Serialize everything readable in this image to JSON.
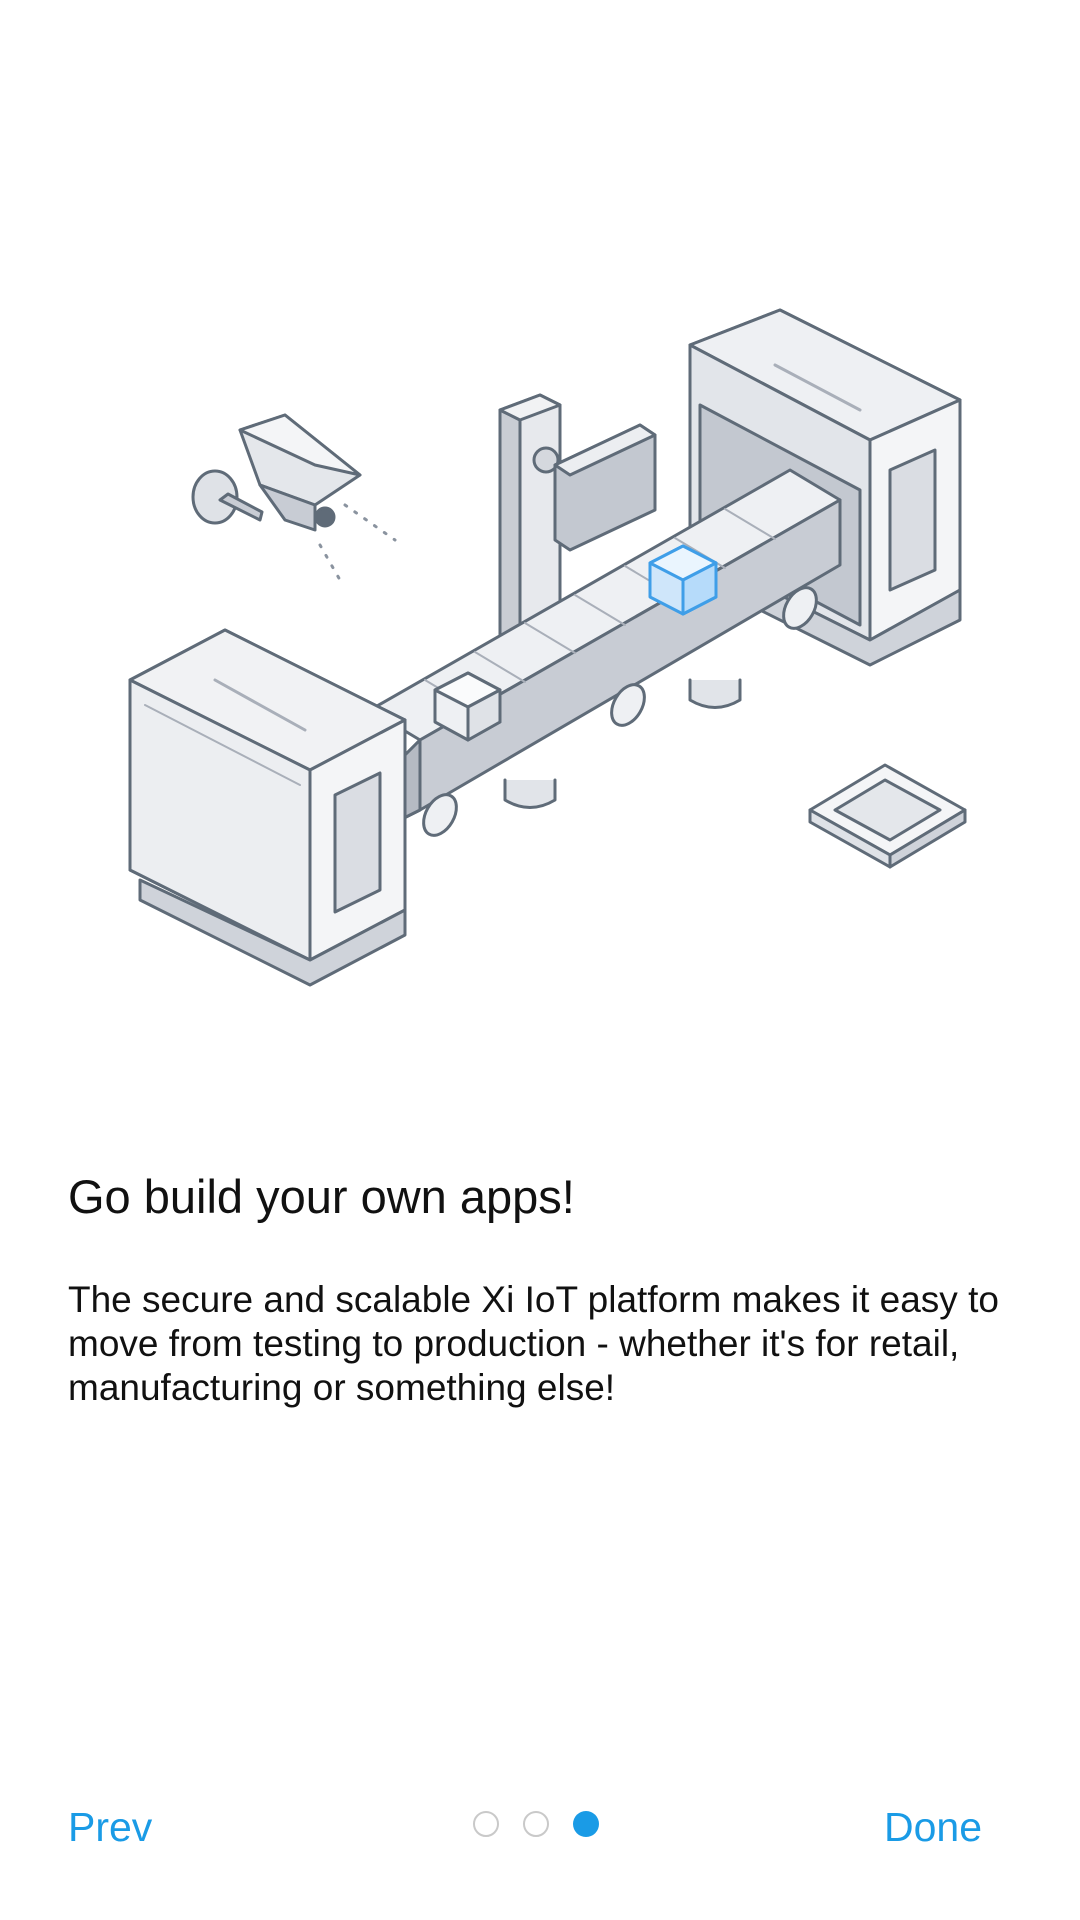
{
  "onboarding": {
    "headline": "Go build your own apps!",
    "description": "The secure and scalable Xi IoT platform makes it easy to move from testing to production - whether it's for retail, manufacturing or something else!"
  },
  "navigation": {
    "prev_label": "Prev",
    "done_label": "Done",
    "accent_color": "#1a9be6"
  },
  "pager": {
    "total_pages": 3,
    "current_page": 3,
    "active_color": "#1a9be6",
    "inactive_color": "#c9c9c9"
  },
  "illustration": {
    "icon": "iot-conveyor-illustration",
    "elements": [
      "security-camera",
      "sensor-post",
      "conveyor-belt",
      "machine-left",
      "machine-right",
      "package-box",
      "highlighted-package-box",
      "sensor-pad"
    ],
    "highlight_color": "#3f9ee8"
  }
}
